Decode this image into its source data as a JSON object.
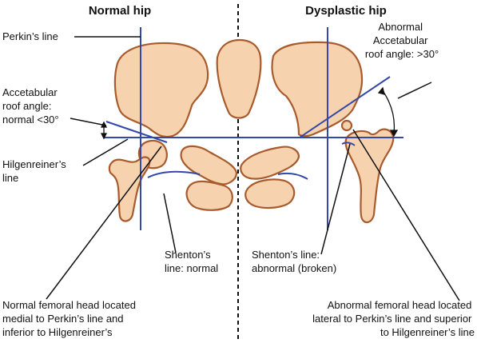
{
  "titles": {
    "normal": "Normal hip",
    "dysplastic": "Dysplastic hip"
  },
  "labels": {
    "perkins": "Perkin’s line",
    "roof_normal": [
      "Accetabular",
      "roof angle:",
      "normal <30°"
    ],
    "hilgenreiner": [
      "Hilgenreiner’s",
      "line"
    ],
    "roof_abnormal": [
      "Abnormal",
      "Accetabular",
      "roof angle: >30°"
    ],
    "shenton_normal": [
      "Shenton’s",
      "line: normal"
    ],
    "shenton_abnormal": [
      "Shenton’s line:",
      "abnormal (broken)"
    ],
    "head_normal": [
      "Normal femoral head located",
      "medial to Perkin’s line and",
      "inferior to Hilgenreiner’s"
    ],
    "head_abnormal": [
      "Abnormal femoral head located",
      "lateral to Perkin’s line and superior",
      "to Hilgenreiner’s line"
    ]
  },
  "colors": {
    "bone_fill": "#f6d2ae",
    "bone_outline": "#a85b2c",
    "guide_line": "#3348a8",
    "leader_line": "#111111"
  }
}
